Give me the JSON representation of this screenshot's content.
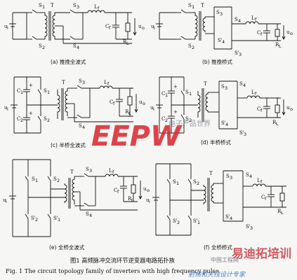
{
  "panels": [
    {
      "id": "a",
      "caption": "(a) 推挽全波式"
    },
    {
      "id": "b",
      "caption": "(b) 推挽桥式"
    },
    {
      "id": "c",
      "caption": "(c) 半桥全波式"
    },
    {
      "id": "d",
      "caption": "(d) 半桥桥式"
    },
    {
      "id": "e",
      "caption": "(e) 全桥全波式"
    },
    {
      "id": "f",
      "caption": "(f) 全桥桥式"
    }
  ],
  "labels": {
    "ui": "u",
    "ui_sub": "i",
    "uo": "u",
    "uo_sub": "o",
    "T": "T",
    "Lf": "L",
    "Lf_sub": "f",
    "Cf": "C",
    "Cf_sub": "f",
    "RL": "R",
    "RL_sub": "L",
    "S1": "S",
    "S1_sub": "1",
    "S2": "S",
    "S2_sub": "2",
    "S3": "S",
    "S3_sub": "3",
    "S4": "S",
    "S4_sub": "4",
    "S3p": "S'",
    "S3p_sub": "3",
    "S4p": "S'",
    "S4p_sub": "4",
    "S1p": "S'",
    "S1p_sub": "1",
    "S2p": "S'",
    "S2p_sub": "2",
    "C1": "C",
    "C1_sub": "1",
    "C2": "C",
    "C2_sub": "2",
    "plus": "+"
  },
  "caption_zh": "图1  高频脉冲交流环节逆变器电路拓扑族",
  "caption_en": "Fig. 1   The circuit topology family of inverters with high frequency pulse",
  "watermarks": {
    "logo": "EEPW",
    "logo_cn": "电子产品世界",
    "brand_cn": "易迪拓培训",
    "site_1": "中国工程网",
    "site_2": "射频和天线设计专家"
  },
  "colors": {
    "line": "#111111",
    "logo_red": "#d9262c",
    "brand_red": "#c8272e",
    "site_blue": "#4a84c9"
  }
}
